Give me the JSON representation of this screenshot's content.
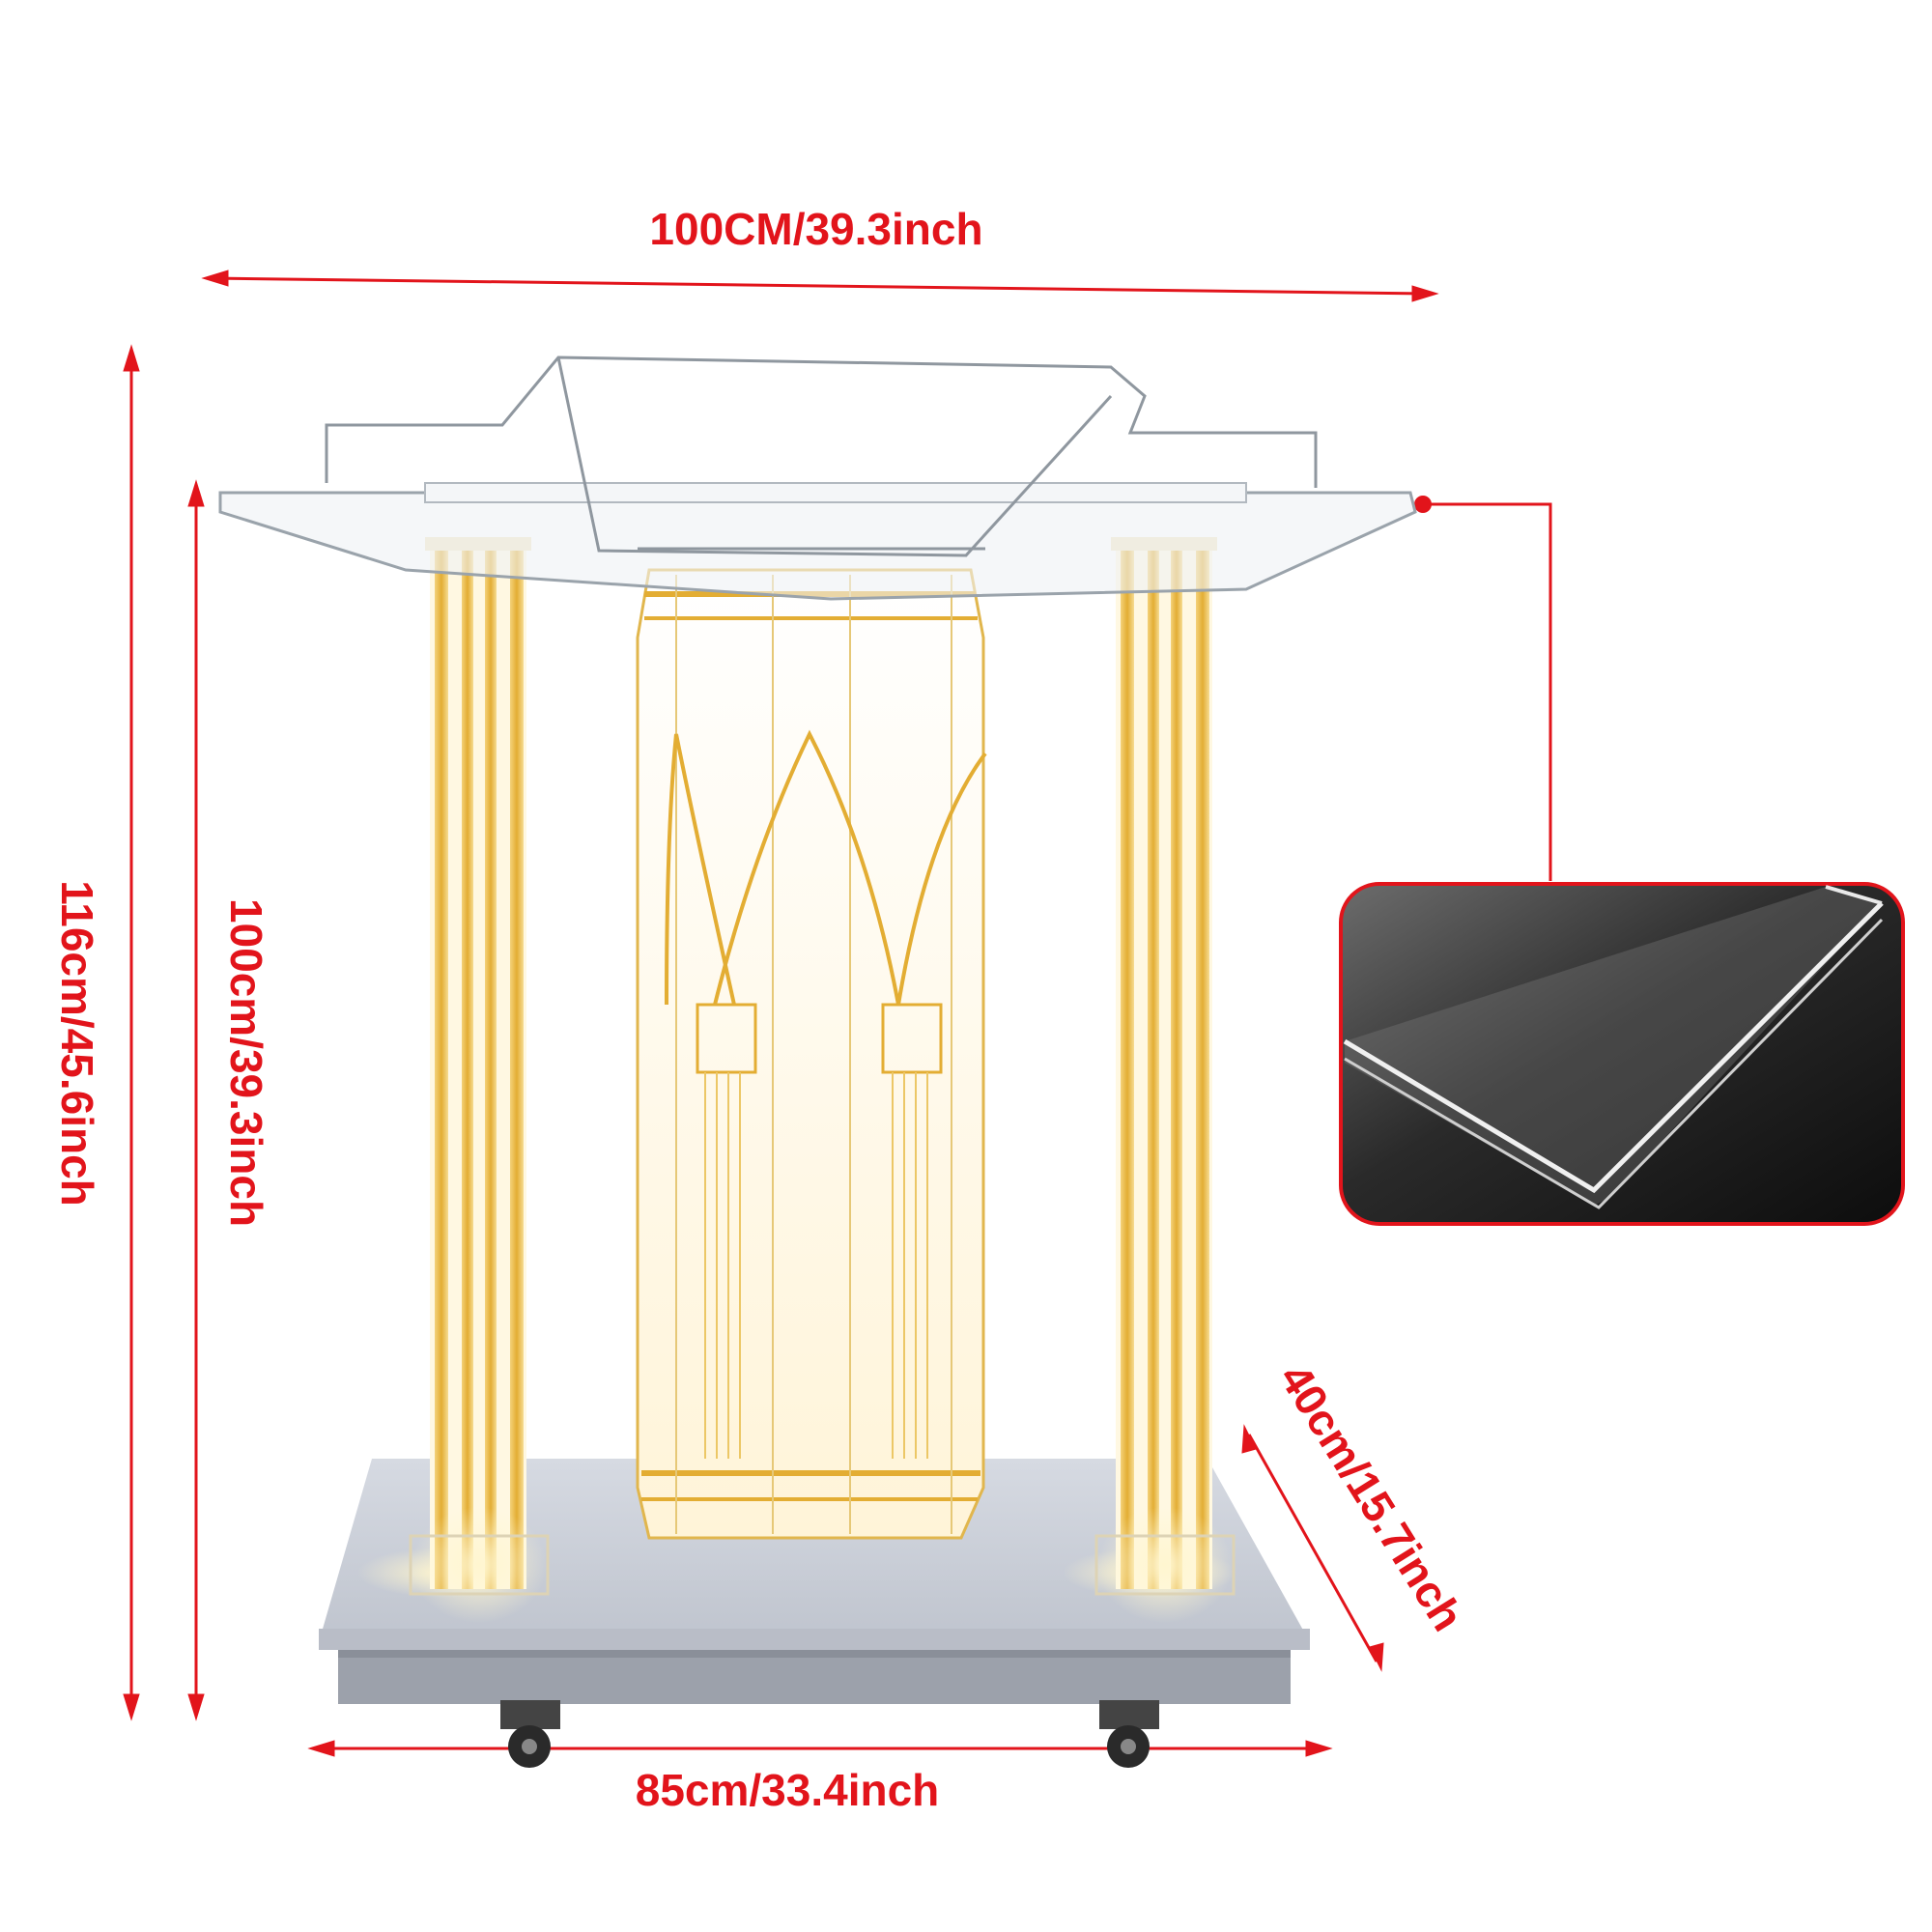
{
  "dimensions": {
    "top_width": "100CM/39.3inch",
    "outer_height": "116cm/45.6inch",
    "inner_height": "100cm/39.3inch",
    "depth": "40cm/15.7inch",
    "base_width": "85cm/33.4inch"
  },
  "colors": {
    "dimension_red": "#e2141b",
    "gold_column": "#e7b949",
    "base_grey": "#c9cdd6",
    "inset_dark": "#1f1f1f"
  }
}
